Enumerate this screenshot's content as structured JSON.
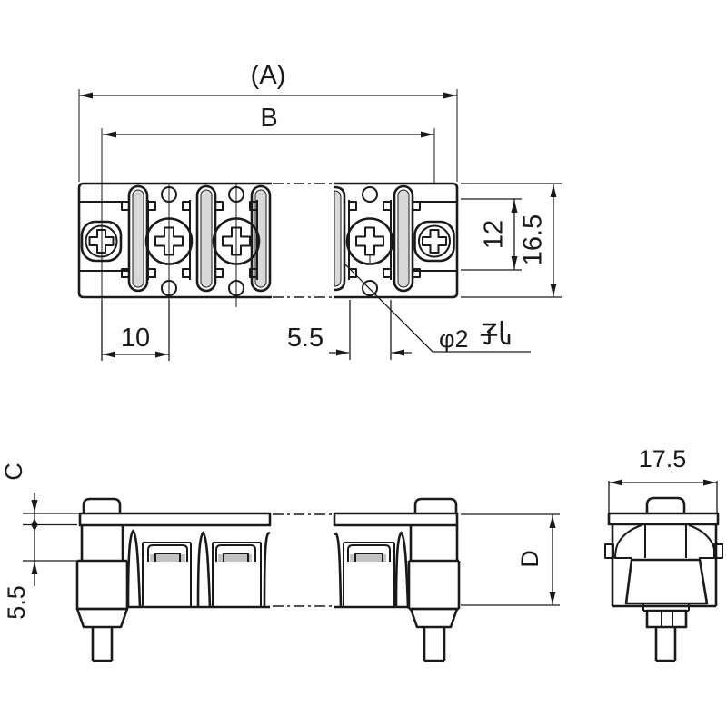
{
  "top_view": {
    "dim_overall_length": "(A)",
    "dim_mount_screw_span": "B",
    "dim_body_height": "16.5",
    "dim_inner_height": "12",
    "dim_terminal_pitch": "10",
    "dim_pocket_width": "5.5",
    "hole_label": "φ2孔",
    "hole_label_prefix": "φ2"
  },
  "side_view": {
    "dim_flange_thickness": "C",
    "dim_below_flange": "5.5"
  },
  "end_view": {
    "dim_width": "17.5",
    "dim_height": "D"
  },
  "colors": {
    "line": "#1a1a1a",
    "background": "#ffffff",
    "slot_fill": "#d9d9d9",
    "clip_fill": "#c3c3c3"
  }
}
